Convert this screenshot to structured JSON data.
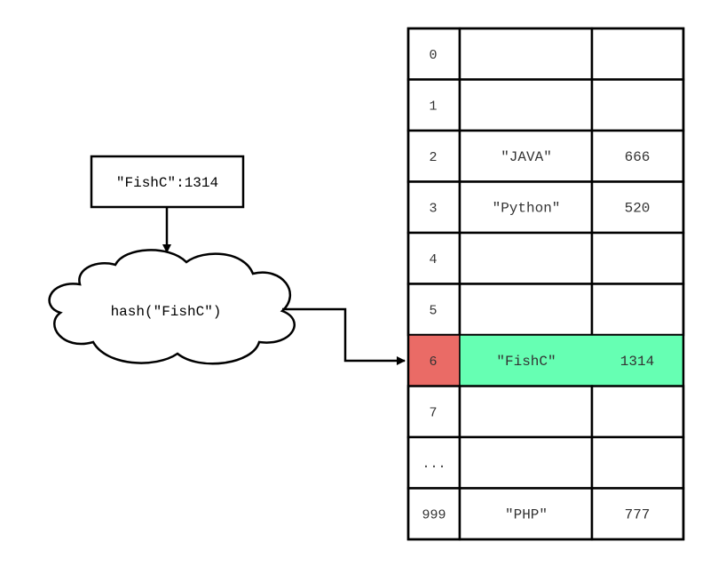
{
  "input_box": {
    "label": "\"FishC\":1314"
  },
  "hash_cloud": {
    "label": "hash(\"FishC\")"
  },
  "table": {
    "rows": [
      {
        "index": "0",
        "key": "",
        "value": ""
      },
      {
        "index": "1",
        "key": "",
        "value": ""
      },
      {
        "index": "2",
        "key": "\"JAVA\"",
        "value": "666"
      },
      {
        "index": "3",
        "key": "\"Python\"",
        "value": "520"
      },
      {
        "index": "4",
        "key": "",
        "value": ""
      },
      {
        "index": "5",
        "key": "",
        "value": ""
      },
      {
        "index": "6",
        "key": "\"FishC\"",
        "value": "1314",
        "highlighted": true
      },
      {
        "index": "7",
        "key": "",
        "value": ""
      },
      {
        "index": "...",
        "key": "",
        "value": ""
      },
      {
        "index": "999",
        "key": "\"PHP\"",
        "value": "777"
      }
    ]
  },
  "colors": {
    "highlight_index": "#ea6b66",
    "highlight_row": "#66ffb3",
    "stroke": "#000000"
  }
}
